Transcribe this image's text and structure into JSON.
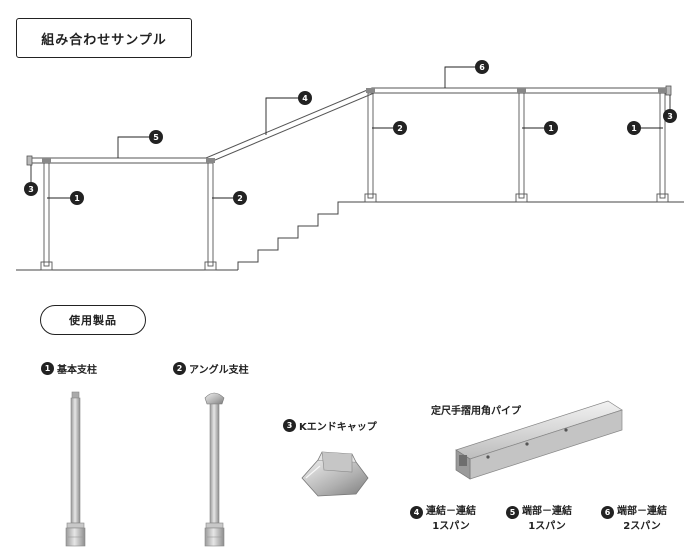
{
  "title": "組み合わせサンプル",
  "products_heading": "使用製品",
  "callouts": [
    "3",
    "1",
    "5",
    "2",
    "4",
    "2",
    "6",
    "1",
    "1",
    "3"
  ],
  "products": {
    "p1": {
      "num": "1",
      "label": "基本支柱"
    },
    "p2": {
      "num": "2",
      "label": "アングル支柱"
    },
    "p3": {
      "num": "3",
      "label": "Kエンドキャップ"
    },
    "pipe": {
      "label": "定尺手摺用角パイプ"
    },
    "p4": {
      "num": "4",
      "line1": "連結－連結",
      "line2": "1スパン"
    },
    "p5": {
      "num": "5",
      "line1": "端部－連結",
      "line2": "1スパン"
    },
    "p6": {
      "num": "6",
      "line1": "端部－連結",
      "line2": "2スパン"
    }
  },
  "colors": {
    "ink": "#222222",
    "metal": "#b8b8b8",
    "metal_dark": "#8a8a8a"
  }
}
